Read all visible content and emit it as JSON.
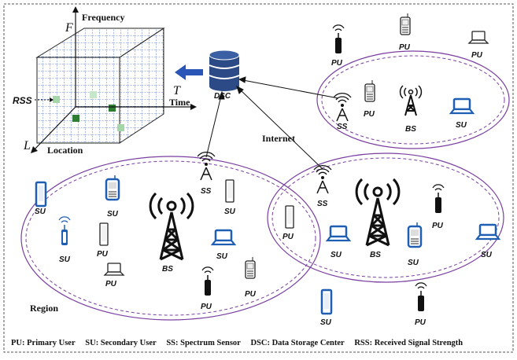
{
  "axes": {
    "frequency": "Frequency",
    "f_symbol": "F",
    "time": "Time",
    "t_symbol": "T",
    "location": "Location",
    "l_symbol": "L",
    "rss": "RSS"
  },
  "dsc_label": "DSC",
  "internet_label": "Internet",
  "region_label": "Region",
  "labels": {
    "pu": "PU",
    "su": "SU",
    "ss": "SS",
    "bs": "BS"
  },
  "legend": [
    "PU: Primary User",
    "SU: Secondary User",
    "SS: Spectrum Sensor",
    "DSC: Data Storage Center",
    "RSS: Received Signal Strength"
  ],
  "colors": {
    "region": "#7a3fa0",
    "grid": "#2a56b8",
    "device_blue": "#1e5fb4",
    "cell_dark": "#2e7d32",
    "cell_light": "#a5d6a7",
    "dsc": "#2c4b86"
  }
}
